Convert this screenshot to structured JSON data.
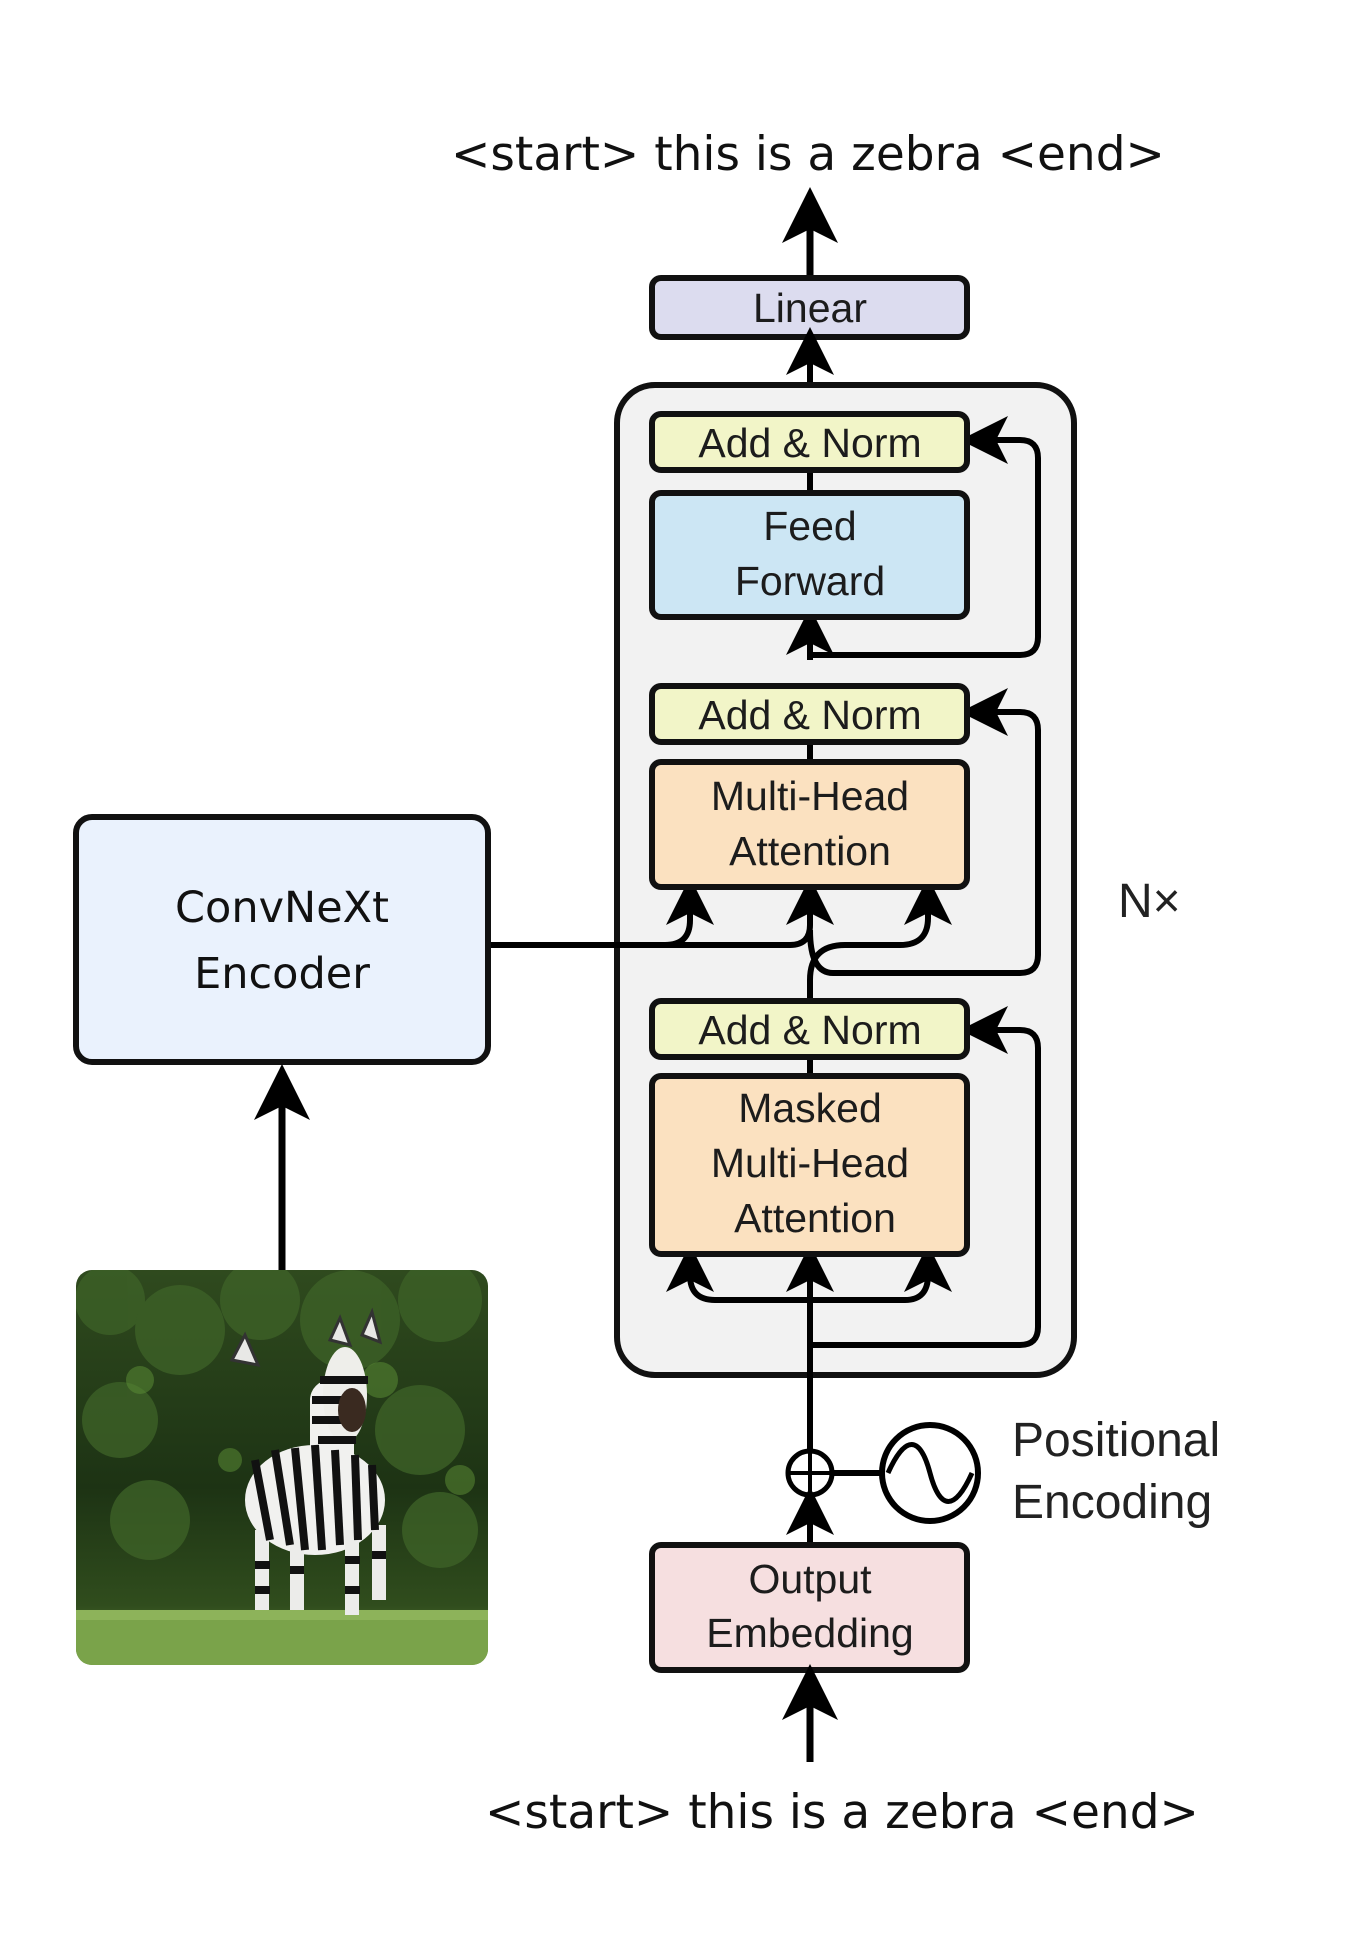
{
  "output_sequence": "<start> this is a zebra <end>",
  "input_sequence": "<start> this is a zebra <end>",
  "linear": "Linear",
  "decoder_block": {
    "repeat_label": "N×",
    "add_norm_top": "Add & Norm",
    "feed_forward": [
      "Feed",
      "Forward"
    ],
    "add_norm_middle": "Add & Norm",
    "cross_attention": [
      "Multi-Head",
      "Attention"
    ],
    "add_norm_bottom": "Add & Norm",
    "masked_attention": [
      "Masked",
      "Multi-Head",
      "Attention"
    ]
  },
  "positional_encoding": [
    "Positional",
    "Encoding"
  ],
  "output_embedding": [
    "Output",
    "Embedding"
  ],
  "encoder": [
    "ConvNeXt",
    "Encoder"
  ],
  "colors": {
    "linear": "#dcdcef",
    "add_norm": "#f2f5c8",
    "feed_forward": "#cce6f4",
    "attention": "#fbe1c0",
    "embedding": "#f6dfe0",
    "encoder": "#eaf2fd",
    "block_bg": "#f2f2f2"
  }
}
